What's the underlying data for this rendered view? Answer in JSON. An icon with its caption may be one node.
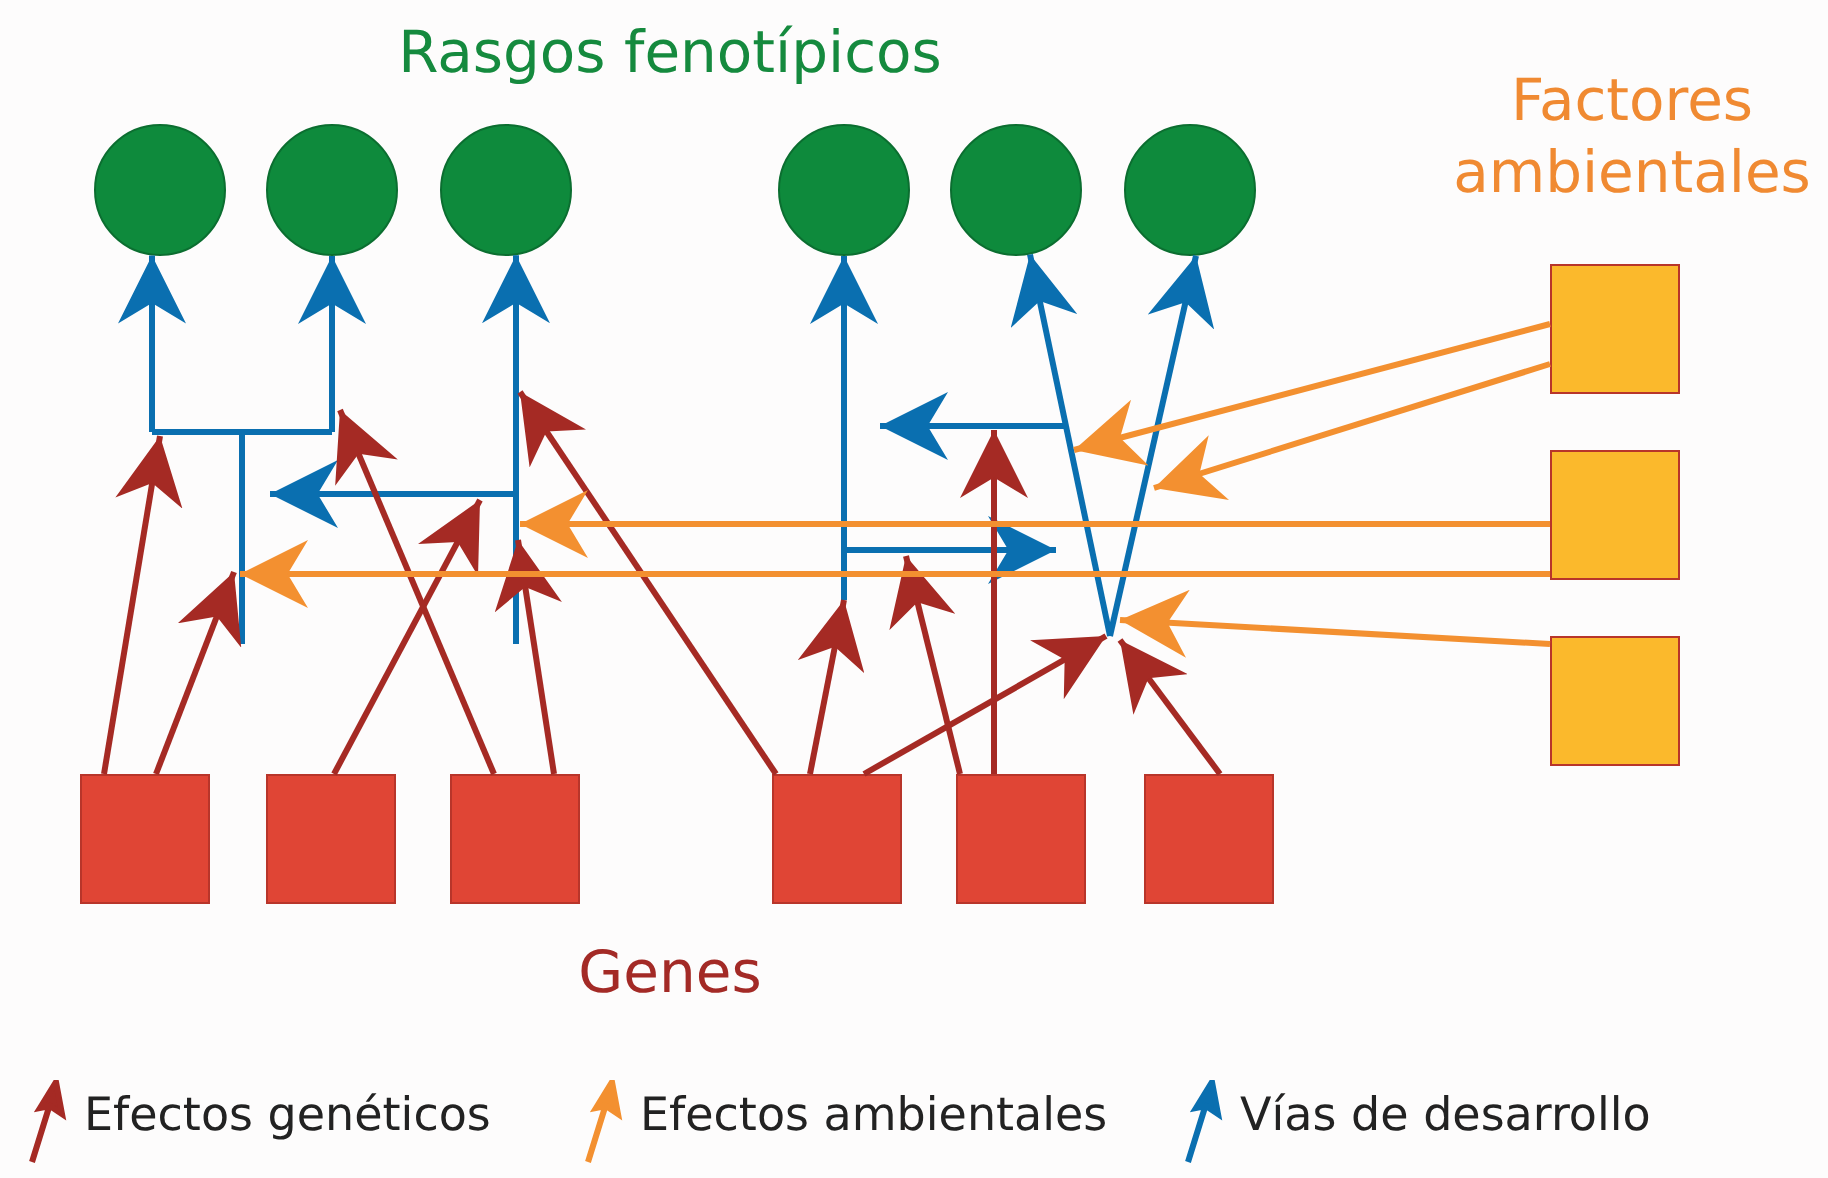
{
  "diagram": {
    "nodes": [
      {
        "text": [],
        "shape": "circle"
      },
      {
        "text": [],
        "shape": "circle"
      },
      {
        "text": [],
        "shape": "circle"
      },
      {
        "text": [],
        "shape": "circle"
      },
      {
        "text": [],
        "shape": "circle"
      },
      {
        "text": [],
        "shape": "circle"
      },
      {
        "text": [],
        "shape": "box"
      },
      {
        "text": [],
        "shape": "box"
      },
      {
        "text": [],
        "shape": "box"
      },
      {
        "text": [],
        "shape": "box"
      },
      {
        "text": [],
        "shape": "box"
      },
      {
        "text": [],
        "shape": "box"
      },
      {
        "text": [],
        "shape": "box"
      },
      {
        "text": [],
        "shape": "box"
      },
      {
        "text": [],
        "shape": "box"
      }
    ],
    "edges": [
      {
        "from": null,
        "to": 0,
        "arrow": "to",
        "color": "#0a6fb0"
      },
      {
        "from": null,
        "to": 1,
        "arrow": "to",
        "color": "#0a6fb0"
      },
      {
        "from": null,
        "to": 2,
        "arrow": "to",
        "color": "#0a6fb0"
      },
      {
        "from": null,
        "to": 3,
        "arrow": "to",
        "color": "#0a6fb0"
      },
      {
        "from": null,
        "to": 4,
        "arrow": "to",
        "color": "#0a6fb0"
      },
      {
        "from": null,
        "to": 5,
        "arrow": "to",
        "color": "#0a6fb0"
      },
      {
        "from": 6,
        "to": null,
        "arrow": "to"
      },
      {
        "from": 6,
        "to": null,
        "arrow": "to"
      },
      {
        "from": 7,
        "to": null,
        "arrow": "to"
      },
      {
        "from": 8,
        "to": null,
        "arrow": "to"
      },
      {
        "from": 8,
        "to": null,
        "arrow": "to"
      },
      {
        "from": 9,
        "to": null,
        "arrow": "to"
      },
      {
        "from": 9,
        "to": null,
        "arrow": "to"
      },
      {
        "from": 9,
        "to": null,
        "arrow": "to"
      },
      {
        "from": 10,
        "to": null,
        "arrow": "to"
      },
      {
        "from": 10,
        "to": null,
        "arrow": "to"
      },
      {
        "from": 11,
        "to": null,
        "arrow": "to"
      },
      {
        "from": 12,
        "to": null,
        "arrow": "to",
        "color": "#f39030"
      },
      {
        "from": 12,
        "to": null,
        "arrow": "to",
        "color": "#f39030"
      },
      {
        "from": 13,
        "to": null,
        "arrow": "to",
        "color": "#f39030"
      },
      {
        "from": 13,
        "to": null,
        "arrow": "to",
        "color": "#f39030"
      },
      {
        "from": 14,
        "to": null,
        "arrow": "to",
        "color": "#f39030"
      }
    ],
    "labels": [
      "Rasgos fenotípicos",
      "Factores ambientales",
      "Genes"
    ],
    "legend": [
      {
        "text": "Efectos genéticos"
      },
      {
        "text": "Efectos ambientales"
      },
      {
        "text": "Vías de desarrollo"
      }
    ]
  }
}
